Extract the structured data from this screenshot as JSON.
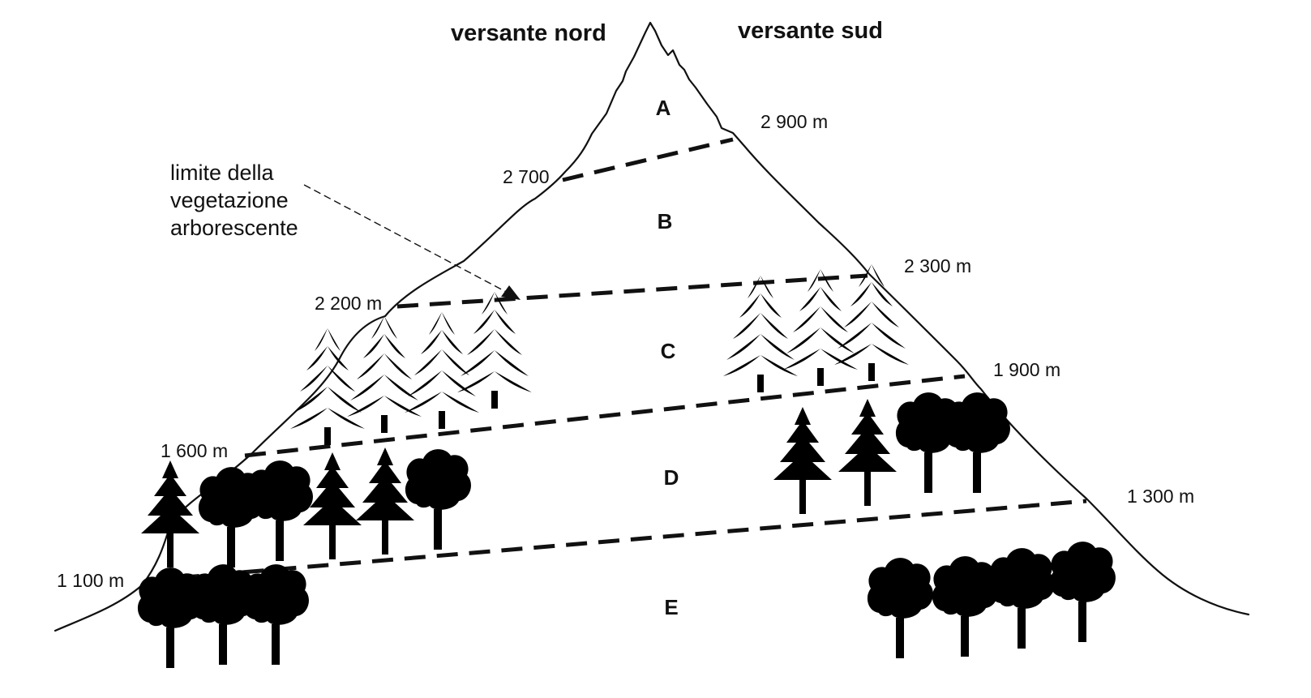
{
  "sides": {
    "north": "versante nord",
    "south": "versante sud"
  },
  "zones": {
    "a": "A",
    "b": "B",
    "c": "C",
    "d": "D",
    "e": "E"
  },
  "north_altitudes": {
    "a_b": "2 700",
    "b_c": "2 200 m",
    "c_d": "1 600 m",
    "d_e": "1 100 m"
  },
  "south_altitudes": {
    "a_b": "2 900 m",
    "b_c": "2 300 m",
    "c_d": "1 900 m",
    "d_e": "1 300 m"
  },
  "annotation": {
    "line1": "limite della",
    "line2": "vegetazione",
    "line3": "arborescente"
  },
  "colors": {
    "ink": "#111111",
    "paper": "#ffffff"
  }
}
